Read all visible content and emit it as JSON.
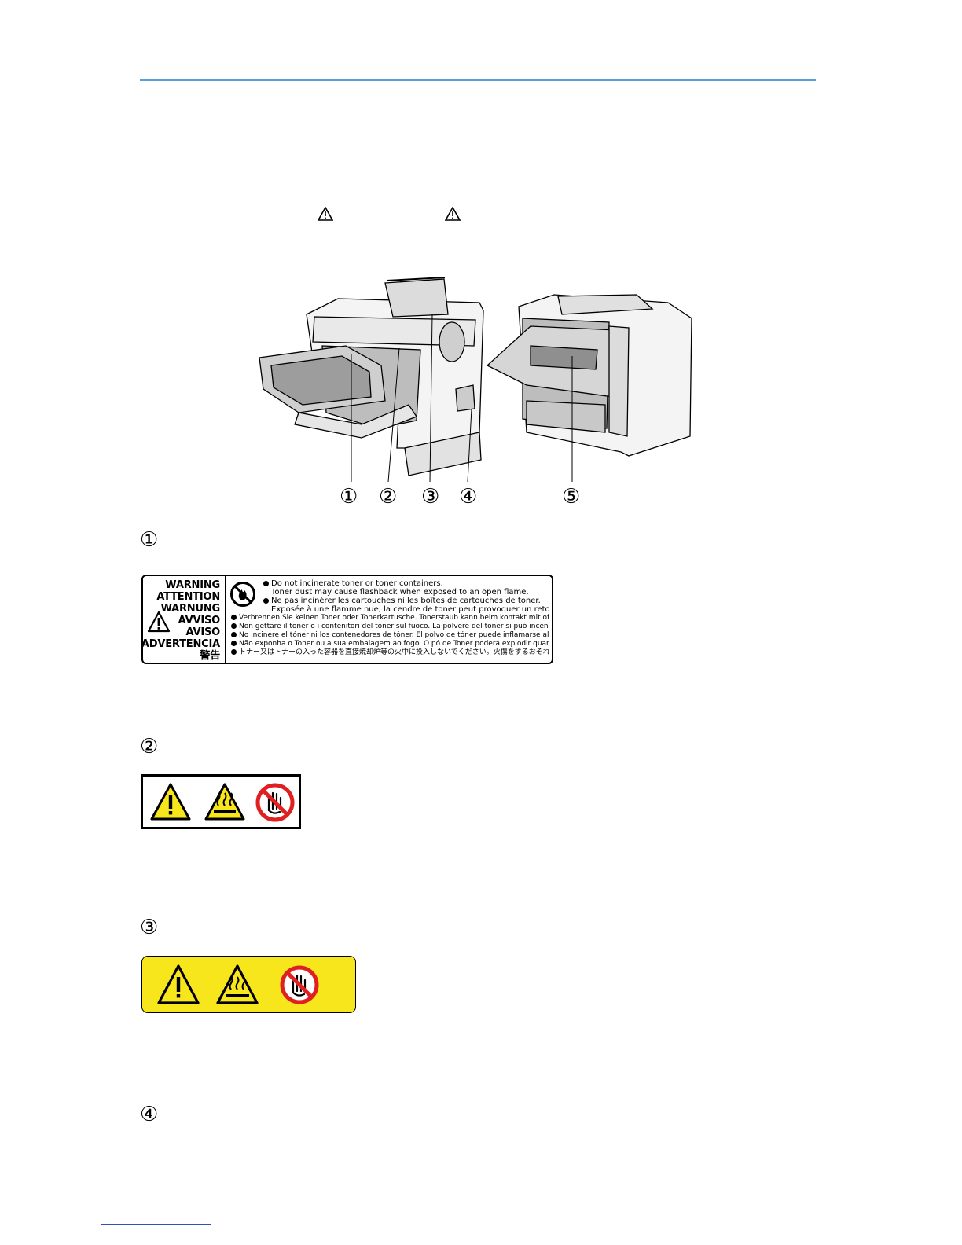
{
  "header": {
    "rule_color": "#5aa0d6"
  },
  "figure": {
    "callouts": [
      "①",
      "②",
      "③",
      "④",
      "⑤"
    ]
  },
  "sections": [
    {
      "num": "①"
    },
    {
      "num": "②"
    },
    {
      "num": "③"
    },
    {
      "num": "④"
    }
  ],
  "label1": {
    "words": [
      "WARNING",
      "ATTENTION",
      "WARNUNG",
      "AVVISO",
      "AVISO",
      "ADVERTENCIA",
      "警告"
    ],
    "lines": [
      "Do not incinerate toner or toner containers.",
      "Toner dust may cause flashback when exposed to an open flame.",
      "Ne pas incinérer les cartouches ni les boîtes de cartouches de toner.",
      "Exposée à une flamme nue, la cendre de toner peut provoquer un retour de flamme.",
      "Verbrennen Sie keinen Toner oder Tonerkartusche. Tonerstaub kann beim kontakt mit offenem Feuer explodieren.",
      "Non gettare il toner o i contenitori del toner sul fuoco. La polvere del toner si può incendiare dalla fiamma.",
      "No incinere el tóner ni los contenedores de tóner. El polvo de tóner puede inflamarse al ser expuesto al fuego.",
      "Não exponha o Toner ou a sua embalagem ao fogo. O pó de Toner poderá explodir quando exposto a chama viva.",
      "トナー又はトナーの入った容器を直接焼却炉等の火中に投入しないでください。火傷をするおそれがあります。"
    ]
  },
  "colors": {
    "warning_yellow": "#f7e61c",
    "prohibit_red": "#e02020"
  }
}
